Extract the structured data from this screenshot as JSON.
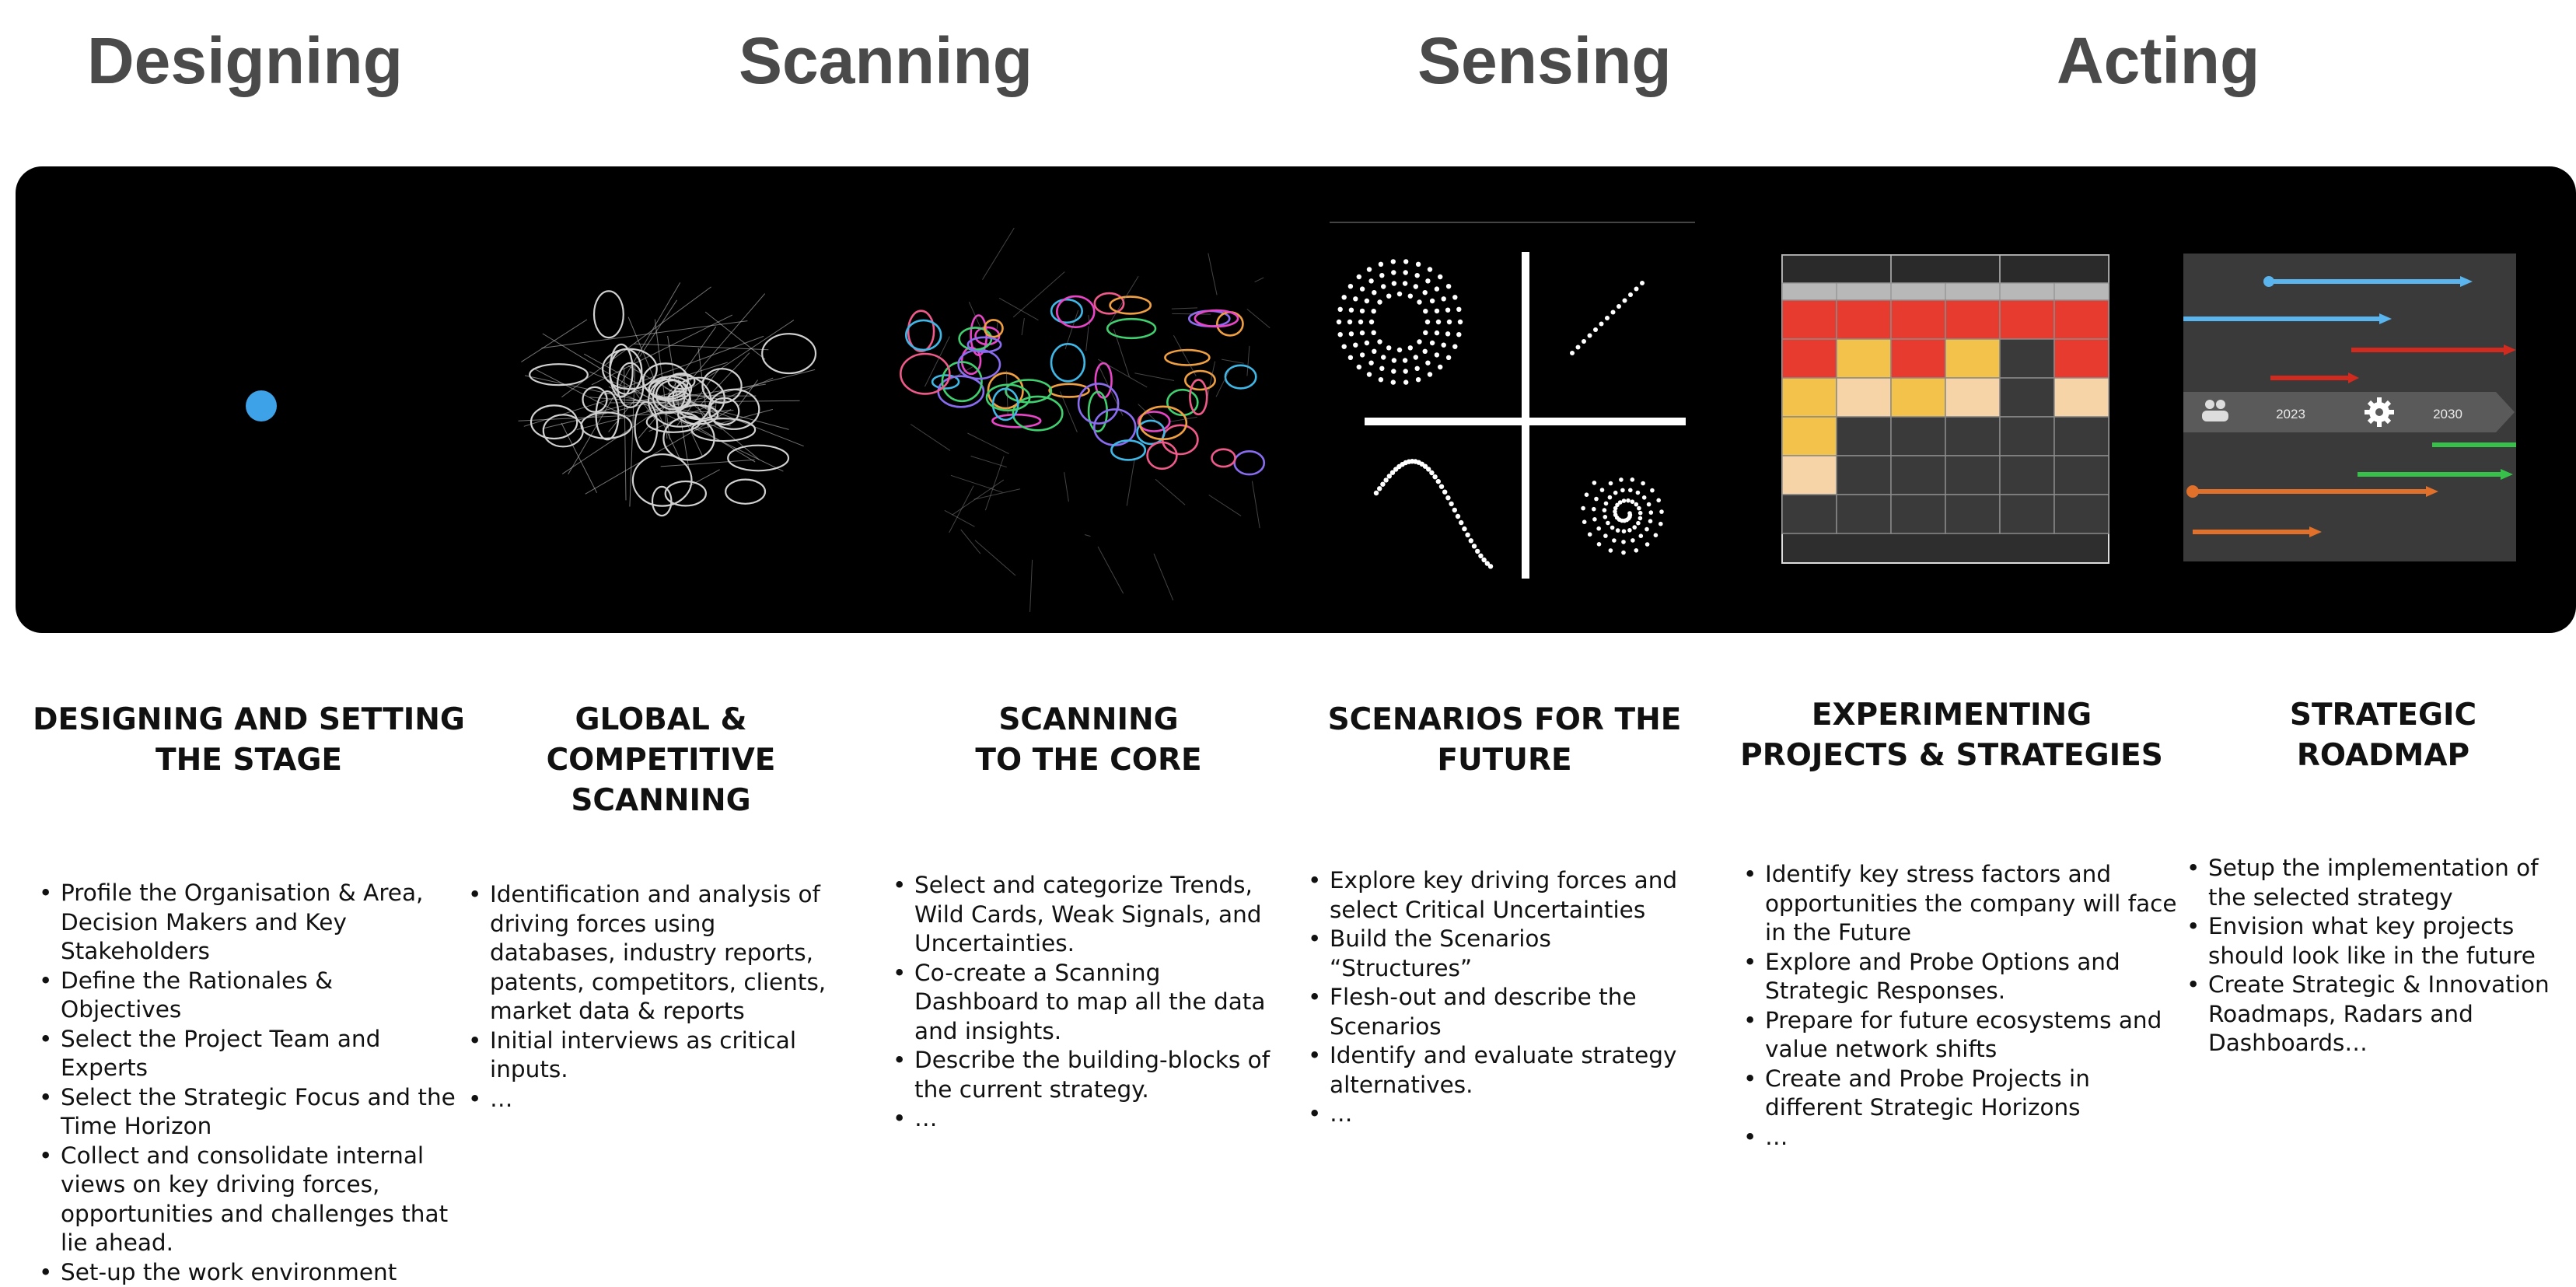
{
  "phases": [
    "Designing",
    "Scanning",
    "Sensing",
    "Acting"
  ],
  "roadmap": {
    "year_start": "2023",
    "year_end": "2030"
  },
  "columns": [
    {
      "title": "DESIGNING AND SETTING\nTHE STAGE",
      "bullets": [
        "Profile the Organisation & Area, Decision Makers and  Key Stakeholders",
        "Define the Rationales & Objectives",
        "Select the Project Team and Experts",
        "Select the Strategic  Focus and the Time Horizon",
        "Collect and consolidate internal views on key driving forces, opportunities and challenges that lie ahead.",
        "Set-up the work environment"
      ]
    },
    {
      "title": "GLOBAL &\nCOMPETITIVE\nSCANNING",
      "bullets": [
        "Identification and analysis of driving forces using databases, industry reports, patents, competitors, clients, market data & reports",
        "Initial interviews as critical inputs.",
        "…"
      ]
    },
    {
      "title": "SCANNING\nTO THE CORE",
      "bullets": [
        "Select and categorize Trends, Wild Cards, Weak Signals, and Uncertainties.",
        "Co-create a Scanning Dashboard to map all the data and insights.",
        "Describe the building-blocks of the current strategy.",
        "…"
      ]
    },
    {
      "title": "SCENARIOS FOR THE\nFUTURE",
      "bullets": [
        "Explore key driving forces and select Critical Uncertainties",
        "Build the Scenarios “Structures”",
        "Flesh-out and describe the Scenarios",
        "Identify and evaluate strategy alternatives.",
        "…"
      ]
    },
    {
      "title": "EXPERIMENTING\nPROJECTS & STRATEGIES",
      "bullets": [
        "Identify key stress factors and opportunities the company will face in the Future",
        "Explore and Probe Options and Strategic Responses.",
        "Prepare for future ecosystems and value network shifts",
        "Create and Probe Projects in different Strategic Horizons",
        "…"
      ]
    },
    {
      "title": "STRATEGIC\nROADMAP",
      "bullets": [
        "Setup the implementation of the selected strategy",
        "Envision what key projects should look like in the future",
        "Create Strategic & Innovation Roadmaps, Radars and Dashboards…"
      ]
    }
  ]
}
